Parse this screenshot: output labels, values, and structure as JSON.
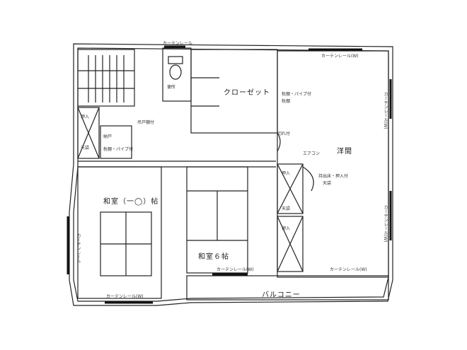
{
  "plan": {
    "rooms": {
      "washitsu_left": "和室（一◯）帖",
      "washitsu_6": "和室６帖",
      "closet": "クローゼット",
      "youma": "洋間",
      "balcony": "バルコニー",
      "toilet": "便所"
    },
    "notes": {
      "curtain_top_right": "カーテンレール(W)",
      "curtain_top_toilet": "カーテンレール",
      "curtain_bottom_left": "カーテンレール(W)",
      "curtain_bottom_mid": "カーテンレール(W)",
      "curtain_bottom_right": "カーテンレール(W)",
      "curtain_right_upper": "カーテンレール(W)",
      "curtain_right_lower": "カーテンレール(W)",
      "curtain_left": "カーテンレール",
      "oshiire": "納戸",
      "storage_a": "押入",
      "storage_b": "天袋",
      "shelf_note": "枕棚・パイプ付",
      "closet_note": "枕棚・パイプ付",
      "closet_note2": "枕棚",
      "hanger_note": "吊戸棚付",
      "youma_note": "持出床・押入付",
      "youma_note2": "天袋",
      "ac_note": "エアコン",
      "kiri": "切れ付",
      "storage_c": "押入",
      "storage_d": "天袋",
      "storage_e": "押入"
    }
  }
}
